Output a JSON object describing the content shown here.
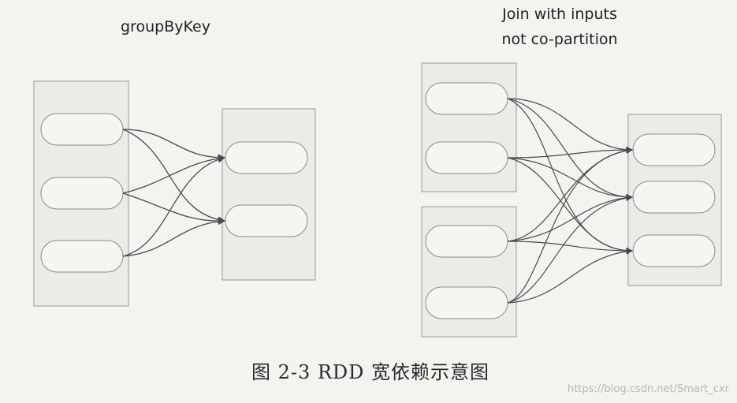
{
  "labels": {
    "left_title": "groupByKey",
    "right_title_line1": "Join with inputs",
    "right_title_line2": "not co-partition"
  },
  "caption": "图 2-3    RDD 宽依赖示意图",
  "watermark": "https://blog.csdn.net/Smart_cxr",
  "colors": {
    "background": "#f4f3ef",
    "box_fill": "#ecebe7",
    "box_stroke": "#9a9a9a",
    "edge": "#4a4a4a"
  }
}
